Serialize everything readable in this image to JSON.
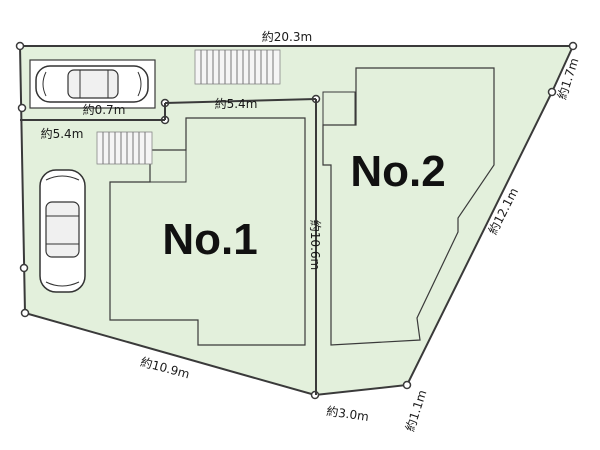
{
  "colors": {
    "land": "#e3f0dc",
    "outline": "#3a3a3a",
    "building": "#3a3a3a",
    "stairs": "#f5f5f5"
  },
  "lots": [
    {
      "label": "No.1"
    },
    {
      "label": "No.2"
    }
  ],
  "dimensions": {
    "north_width": "約20.3m",
    "east_upper": "約1.7m",
    "east_diagonal": "約12.1m",
    "south_east": "約1.1m",
    "south_bottom": "約3.0m",
    "south_west": "約10.9m",
    "west_upper": "約5.4m",
    "driveway_width": "約0.7m",
    "inner_width": "約5.4m",
    "lot_divider": "約10.6m"
  },
  "icons": [
    "car-icon",
    "car-icon",
    "stairs-icon",
    "stairs-icon"
  ]
}
